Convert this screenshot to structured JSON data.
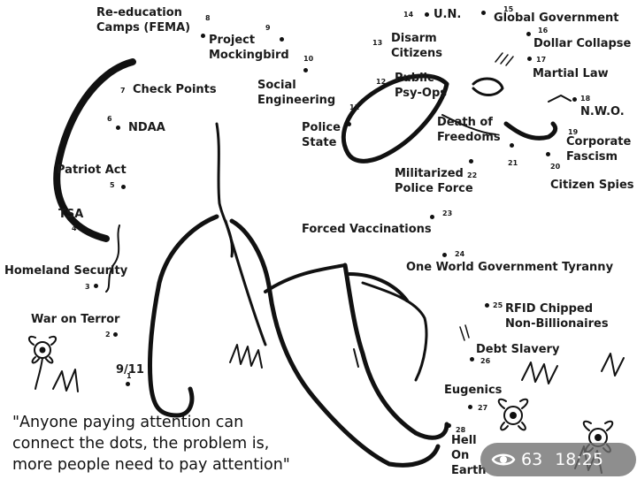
{
  "labels": {
    "re_education": "Re-education\nCamps (FEMA)",
    "project_mockingbird": "Project\nMockingbird",
    "social_engineering": "Social\nEngineering",
    "un": "U.N.",
    "global_government": "Global Government",
    "disarm_citizens": "Disarm\nCitizens",
    "dollar_collapse": "Dollar Collapse",
    "martial_law": "Martial Law",
    "public_psy_ops": "Public\nPsy-Ops",
    "check_points": "Check Points",
    "nwo": "N.W.O.",
    "ndaa": "NDAA",
    "police_state": "Police\nState",
    "death_of_freedoms": "Death of\nFreedoms",
    "corporate_fascism": "Corporate\nFascism",
    "patriot_act": "Patriot Act",
    "militarized_police": "Militarized\nPolice Force",
    "citizen_spies": "Citizen Spies",
    "tsa": "TSA",
    "forced_vaccinations": "Forced Vaccinations",
    "one_world": "One World Government Tyranny",
    "homeland_security": "Homeland Security",
    "rfid": "RFID Chipped\nNon-Billionaires",
    "war_on_terror": "War on Terror",
    "debt_slavery": "Debt Slavery",
    "nine_eleven": "9/11",
    "eugenics": "Eugenics",
    "hell_on_earth": "Hell\nOn\nEarth"
  },
  "numbers": {
    "n1": "1",
    "n2": "2",
    "n3": "3",
    "n4": "4",
    "n5": "5",
    "n6": "6",
    "n7": "7",
    "n8": "8",
    "n9": "9",
    "n10": "10",
    "n11": "11",
    "n12": "12",
    "n13": "13",
    "n14": "14",
    "n15": "15",
    "n16": "16",
    "n17": "17",
    "n18": "18",
    "n19": "19",
    "n20": "20",
    "n21": "21",
    "n22": "22",
    "n23": "23",
    "n24": "24",
    "n25": "25",
    "n26": "26",
    "n27": "27",
    "n28": "28"
  },
  "quote": "\"Anyone paying attention can\nconnect the dots, the problem is,\nmore people need to pay attention\"",
  "overlay": {
    "views": "63",
    "time": "18:25",
    "icon": "eye-icon"
  },
  "colors": {
    "ink": "#111111",
    "overlay_bg": "#6e6e6e"
  }
}
